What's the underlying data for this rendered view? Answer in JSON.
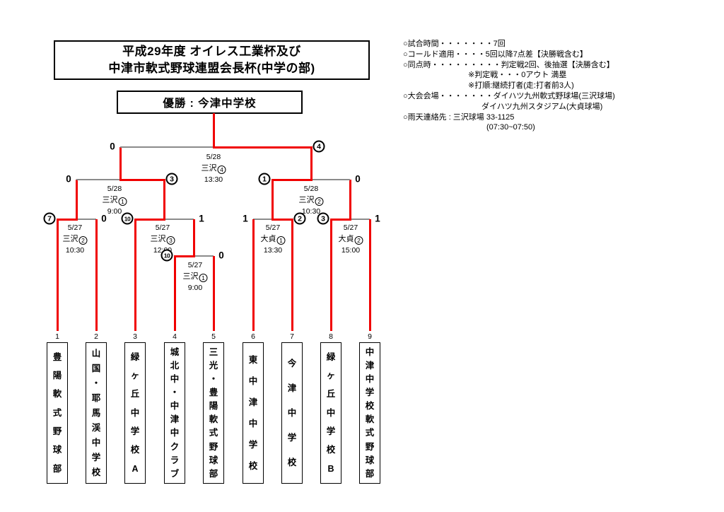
{
  "title": {
    "line1": "平成29年度 オイレス工業杯及び",
    "line2": "中津市軟式野球連盟会長杯(中学の部)"
  },
  "champion": {
    "text": "優勝 : 今津中学校"
  },
  "rules": {
    "lines": [
      {
        "text": "○試合時間・・・・・・・7回",
        "indent": 0
      },
      {
        "text": "○コールド適用・・・・5回以降7点差【決勝戦含む】",
        "indent": 0
      },
      {
        "text": "○同点時・・・・・・・・・判定戦2回、後抽選【決勝含む】",
        "indent": 0
      },
      {
        "text": "※判定戦・・・0アウト 満塁",
        "indent": 1
      },
      {
        "text": "※打順:継続打者(走:打者前3人)",
        "indent": 1
      },
      {
        "text": "○大会会場・・・・・・・ダイハツ九州軟式野球場(三沢球場)",
        "indent": 0
      },
      {
        "text": "ダイハツ九州スタジアム(大貞球場)",
        "indent": 2
      },
      {
        "text": "○雨天連絡先 : 三沢球場 33-1125",
        "indent": 0
      },
      {
        "text": "(07:30~07:50)",
        "indent": 3
      }
    ]
  },
  "bracket": {
    "matches": [
      {
        "id": "qf1",
        "date": "5/27",
        "venue": "三沢",
        "court": "2",
        "time": "10:30",
        "left_score": {
          "value": "7",
          "circled": true
        },
        "right_score": {
          "value": "0",
          "circled": false
        },
        "winner": "left"
      },
      {
        "id": "qf2",
        "date": "5/27",
        "venue": "三沢",
        "court": "3",
        "time": "12:00",
        "left_score": {
          "value": "10",
          "circled": true
        },
        "right_score": {
          "value": "1",
          "circled": false
        },
        "winner": "left"
      },
      {
        "id": "playin",
        "date": "5/27",
        "venue": "三沢",
        "court": "1",
        "time": "9:00",
        "left_score": {
          "value": "10",
          "circled": true
        },
        "right_score": {
          "value": "0",
          "circled": false
        },
        "winner": "left"
      },
      {
        "id": "qf3",
        "date": "5/27",
        "venue": "大貞",
        "court": "1",
        "time": "13:30",
        "left_score": {
          "value": "1",
          "circled": false
        },
        "right_score": {
          "value": "2",
          "circled": true
        },
        "winner": "right"
      },
      {
        "id": "qf4",
        "date": "5/27",
        "venue": "大貞",
        "court": "2",
        "time": "15:00",
        "left_score": {
          "value": "3",
          "circled": true
        },
        "right_score": {
          "value": "1",
          "circled": false
        },
        "winner": "left"
      },
      {
        "id": "sf1",
        "date": "5/28",
        "venue": "三沢",
        "court": "1",
        "time": "9:00",
        "left_score": {
          "value": "0",
          "circled": false
        },
        "right_score": {
          "value": "3",
          "circled": true
        },
        "winner": "right"
      },
      {
        "id": "sf2",
        "date": "5/28",
        "venue": "三沢",
        "court": "2",
        "time": "10:30",
        "left_score": {
          "value": "1",
          "circled": true
        },
        "right_score": {
          "value": "0",
          "circled": false
        },
        "winner": "left"
      },
      {
        "id": "final",
        "date": "5/28",
        "venue": "三沢",
        "court": "4",
        "time": "13:30",
        "left_score": {
          "value": "0",
          "circled": false
        },
        "right_score": {
          "value": "4",
          "circled": true
        },
        "winner": "right"
      }
    ],
    "teams": [
      {
        "num": "1",
        "name": "豊陽軟式野球部"
      },
      {
        "num": "2",
        "name": "山国・耶馬渓中学校"
      },
      {
        "num": "3",
        "name": "緑ヶ丘中学校A"
      },
      {
        "num": "4",
        "name": "城北中・中津中クラブ"
      },
      {
        "num": "5",
        "name": "三光・豊陽軟式野球部"
      },
      {
        "num": "6",
        "name": "東中津中学校"
      },
      {
        "num": "7",
        "name": "今津中学校"
      },
      {
        "num": "8",
        "name": "緑ヶ丘中学校B"
      },
      {
        "num": "9",
        "name": "中津中学校軟式野球部"
      }
    ]
  },
  "colors": {
    "winner_path": "#f00000",
    "bracket_line": "#8b8b8b"
  }
}
